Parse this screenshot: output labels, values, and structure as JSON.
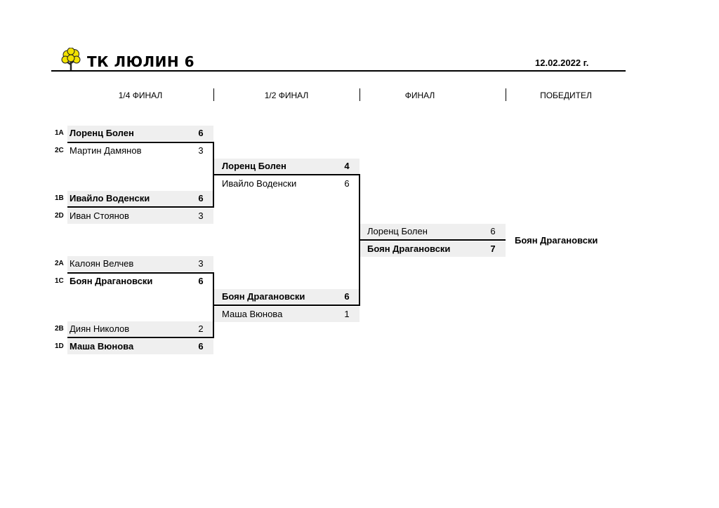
{
  "header": {
    "club_name": "ТК ЛЮЛИН 6",
    "date": "12.02.2022 г."
  },
  "columns": [
    "1/4 ФИНАЛ",
    "1/2 ФИНАЛ",
    "ФИНАЛ",
    "ПОБЕДИТЕЛ"
  ],
  "quarterfinals": [
    {
      "seed": "1A",
      "name": "Лоренц Болен",
      "score": "6"
    },
    {
      "seed": "2C",
      "name": "Мартин Дамянов",
      "score": "3"
    },
    {
      "seed": "1B",
      "name": "Ивайло Воденски",
      "score": "6"
    },
    {
      "seed": "2D",
      "name": "Иван Стоянов",
      "score": "3"
    },
    {
      "seed": "2A",
      "name": "Калоян Велчев",
      "score": "3"
    },
    {
      "seed": "1C",
      "name": "Боян Драгановски",
      "score": "6"
    },
    {
      "seed": "2B",
      "name": "Диян Николов",
      "score": "2"
    },
    {
      "seed": "1D",
      "name": "Маша Вюнова",
      "score": "6"
    }
  ],
  "semifinals": [
    {
      "name": "Лоренц Болен",
      "score": "4"
    },
    {
      "name": "Ивайло Воденски",
      "score": "6"
    },
    {
      "name": "Боян Драгановски",
      "score": "6"
    },
    {
      "name": "Маша Вюнова",
      "score": "1"
    }
  ],
  "final": [
    {
      "name": "Лоренц Болен",
      "score": "6"
    },
    {
      "name": "Боян Драгановски",
      "score": "7"
    }
  ],
  "winner": "Боян Драгановски"
}
